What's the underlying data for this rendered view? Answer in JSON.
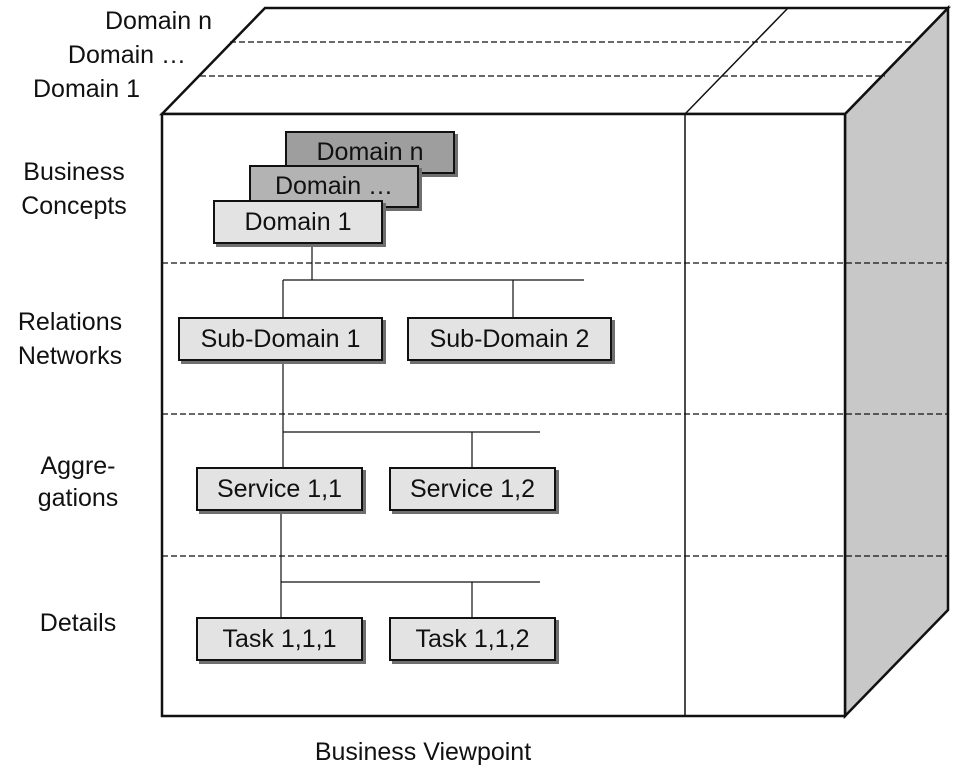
{
  "depth_labels": [
    "Domain n",
    "Domain …",
    "Domain 1"
  ],
  "row_labels": {
    "business_concepts": [
      "Business",
      "Concepts"
    ],
    "relations_networks": [
      "Relations",
      "Networks"
    ],
    "aggregations": [
      "Aggre-",
      "gations"
    ],
    "details": "Details"
  },
  "domain_stack": [
    "Domain n",
    "Domain …",
    "Domain 1"
  ],
  "subdomains": [
    "Sub-Domain 1",
    "Sub-Domain 2"
  ],
  "services": [
    "Service 1,1",
    "Service 1,2"
  ],
  "tasks": [
    "Task 1,1,1",
    "Task 1,1,2"
  ],
  "caption": "Business Viewpoint",
  "colors": {
    "side_face": "#c8c8c8",
    "box_light": "#e3e3e3",
    "box_mid": "#b3b3b3",
    "box_dark": "#9e9e9e"
  }
}
